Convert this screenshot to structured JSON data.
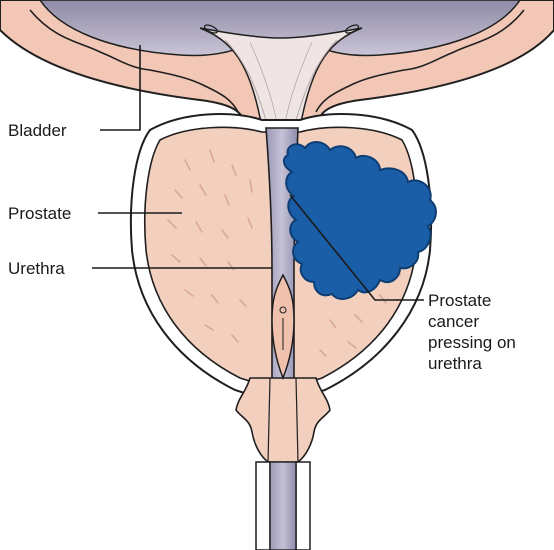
{
  "labels": {
    "bladder": "Bladder",
    "prostate": "Prostate",
    "urethra": "Urethra",
    "tumor_line1": "Prostate",
    "tumor_line2": "cancer",
    "tumor_line3": "pressing on",
    "tumor_line4": "urethra"
  },
  "colors": {
    "bladder_wall": "#f2c7b5",
    "bladder_lumen": "#b7b2c8",
    "prostate_tissue": "#f3cfbe",
    "urethra": "#a4a2bd",
    "tumor": "#1a5ea7",
    "outline": "#1f1f1f"
  }
}
